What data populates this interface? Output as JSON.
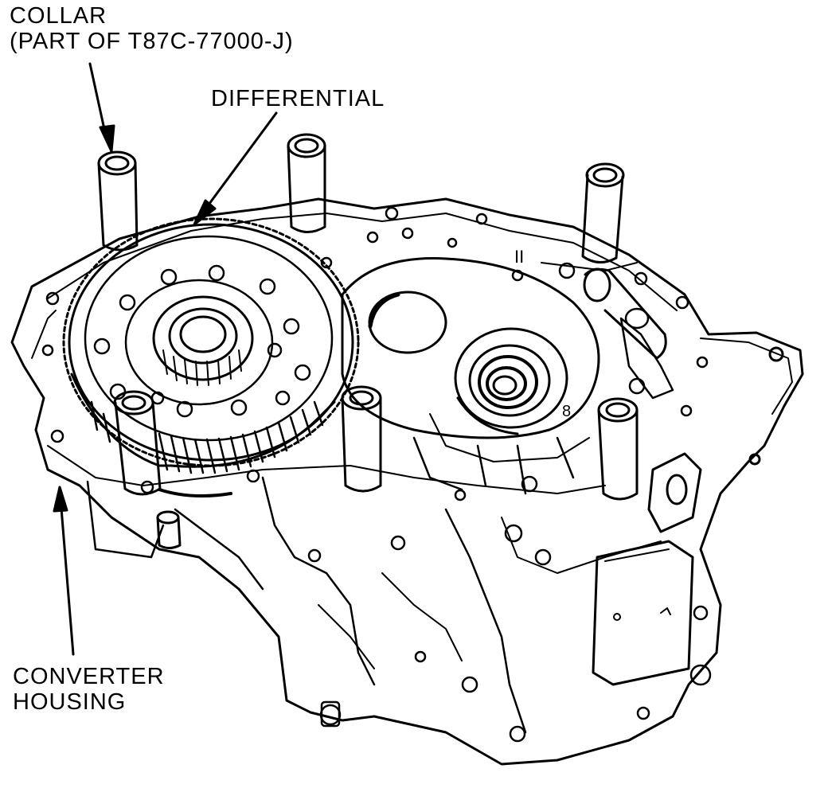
{
  "labels": {
    "collar": {
      "line1": "COLLAR",
      "line2": "(PART OF T87C-77000-J)"
    },
    "differential": "DIFFERENTIAL",
    "converter_housing": {
      "line1": "CONVERTER",
      "line2": "HOUSING"
    }
  },
  "drawing": {
    "subject": "converter-housing-with-differential",
    "line_color": "#000000",
    "background": "#ffffff",
    "case_marks": [
      "II",
      "8"
    ]
  }
}
